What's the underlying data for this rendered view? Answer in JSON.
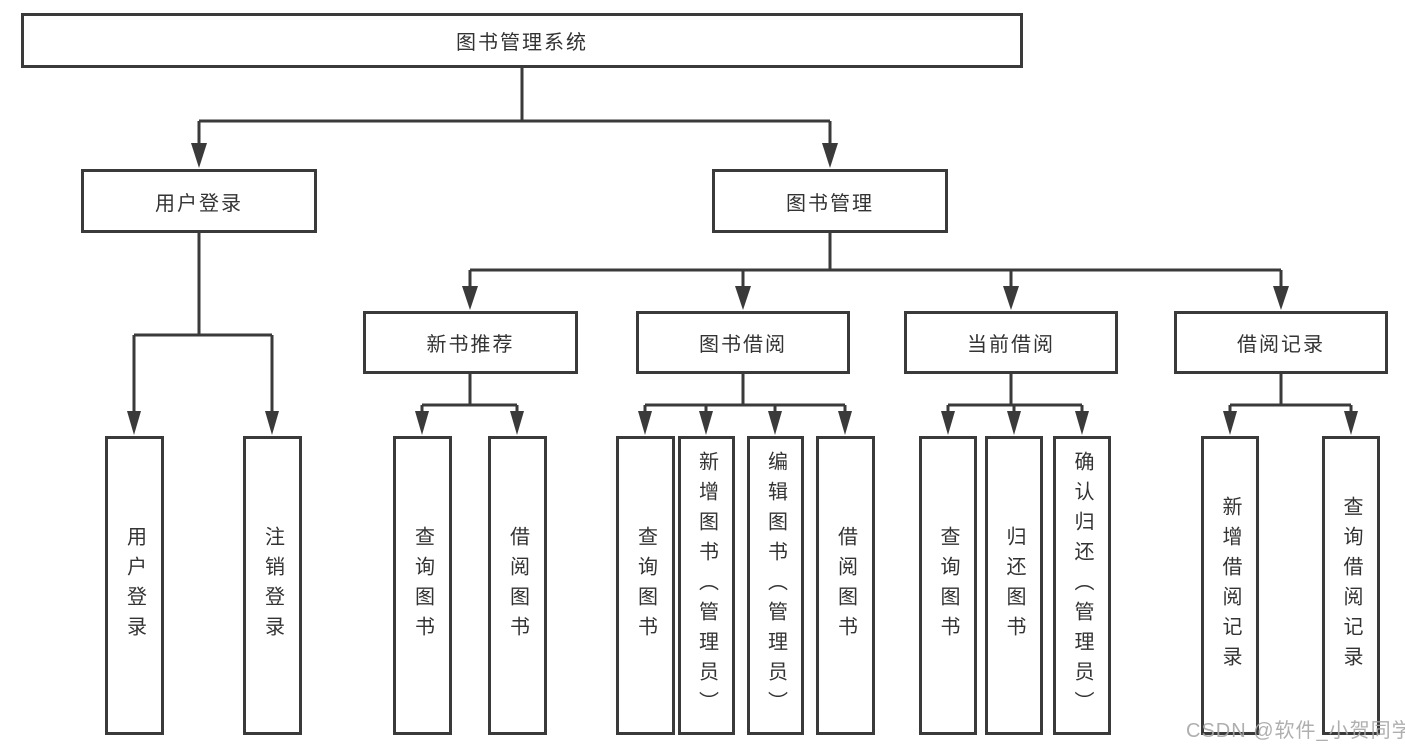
{
  "diagram": {
    "root": "图书管理系统",
    "level2": {
      "user_login": "用户登录",
      "book_mgmt": "图书管理"
    },
    "level3": {
      "new_books": "新书推荐",
      "book_borrow": "图书借阅",
      "current_borrow": "当前借阅",
      "borrow_records": "借阅记录"
    },
    "level4": {
      "user_login_children": [
        "用户登录",
        "注销登录"
      ],
      "new_books_children": [
        "查询图书",
        "借阅图书"
      ],
      "book_borrow_children": [
        "查询图书",
        "新增图书（管理员）",
        "编辑图书（管理员）",
        "借阅图书"
      ],
      "current_borrow_children": [
        "查询图书",
        "归还图书",
        "确认归还（管理员）"
      ],
      "borrow_records_children": [
        "新增借阅记录",
        "查询借阅记录"
      ]
    }
  },
  "watermark": "CSDN @软件_小贺同学",
  "colors": {
    "line": "#3a3a3a",
    "text": "#333333",
    "background": "#ffffff",
    "watermark": "#a6a6a6"
  }
}
